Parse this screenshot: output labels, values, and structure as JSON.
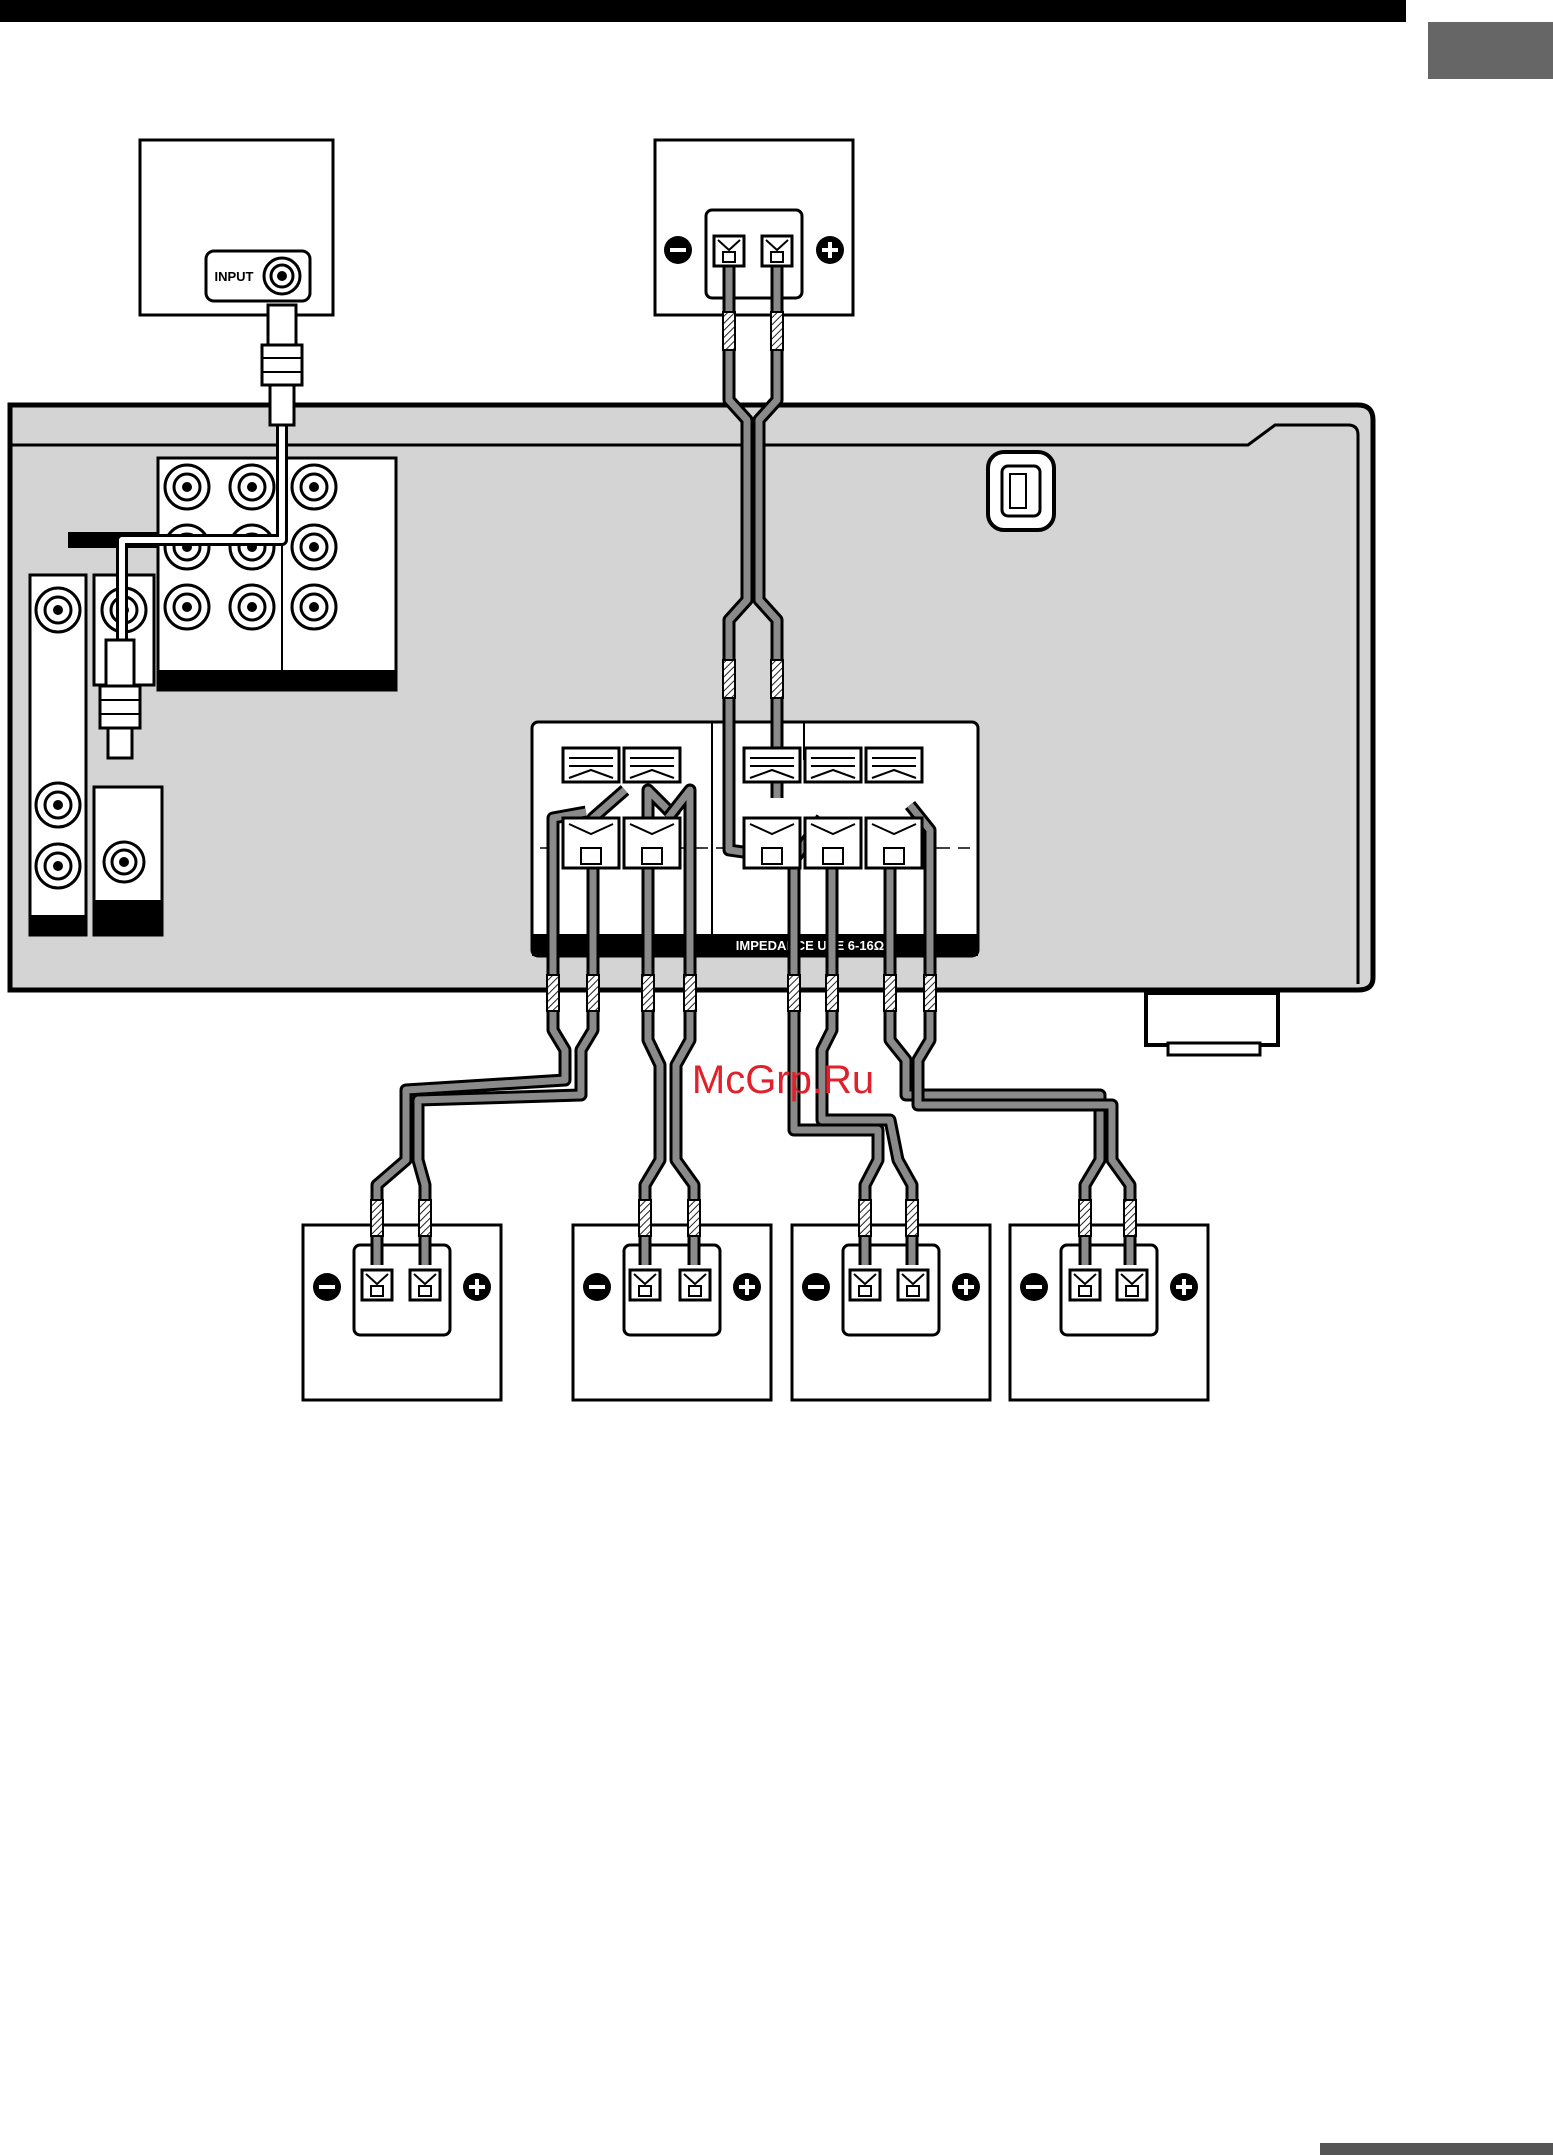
{
  "input_label": "INPUT",
  "impedance_label": "IMPEDANCE USE 6-16Ω",
  "watermark": "McGrp.Ru",
  "terminal_minus": "−",
  "terminal_plus": "+",
  "colors": {
    "header_bar": "#000000",
    "page_tab": "#666666",
    "chassis": "#d4d4d4",
    "wire": "#8a8a8a",
    "watermark": "#e0202a",
    "footer_tab": "#555555"
  }
}
